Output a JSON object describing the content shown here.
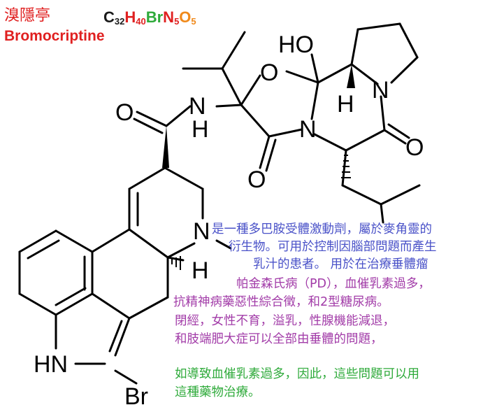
{
  "header": {
    "name_zh": "溴隱亭",
    "name_en": "Bromocriptine",
    "formula": [
      {
        "t": "C",
        "sub": "32",
        "color": "#1a1a1a"
      },
      {
        "t": "H",
        "sub": "40",
        "color": "#e02020"
      },
      {
        "t": "Br",
        "sub": "",
        "color": "#2eaa3a"
      },
      {
        "t": "N",
        "sub": "5",
        "color": "#e02020"
      },
      {
        "t": "O",
        "sub": "5",
        "color": "#f08a1c"
      }
    ]
  },
  "atoms": {
    "ho": "HO",
    "o_ring": "O",
    "h_top": "H",
    "n_right": "N",
    "o_right": "O",
    "n_mid": "N",
    "o_mid": "O",
    "o_amide": "O",
    "nh_n": "N",
    "nh_h": "H",
    "n_ergot": "N",
    "h_ergot": "H",
    "hn": "HN",
    "br": "Br"
  },
  "description": {
    "lines": [
      {
        "text": "是一種多巴胺受體激動劑，屬於麥角靈的",
        "color": "blue"
      },
      {
        "text": "衍生物。可用於控制因腦部問題而產生",
        "color": "blue"
      },
      {
        "text": "乳汁的患者。   用於在治療垂體瘤",
        "color": "blue"
      },
      {
        "text": "帕金森氏病（PD），血催乳素過多，",
        "color": "purple"
      },
      {
        "text": "抗精神病藥惡性綜合徵，和2型糖尿病。",
        "color": "purple"
      },
      {
        "text": "閉經，女性不育，溢乳，性腺機能減退，",
        "color": "purple"
      },
      {
        "text": "和肢端肥大症可以全部由垂體的問題，",
        "color": "purple"
      },
      {
        "text": "如導致血催乳素過多，因此，這些問題可以用",
        "color": "green"
      },
      {
        "text": "這種藥物治療。",
        "color": "green"
      }
    ]
  }
}
